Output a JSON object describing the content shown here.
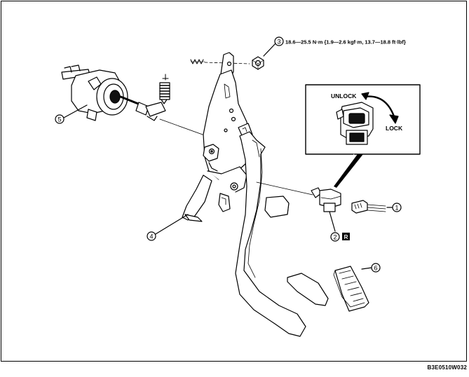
{
  "callouts": {
    "c1": "1",
    "c2": "2",
    "c2_badge": "R",
    "c3": "3",
    "c4": "4",
    "c5": "5",
    "c6": "6"
  },
  "torque": "18.6—25.5 N·m {1.9—2.6 kgf·m, 13.7—18.8 ft·lbf}",
  "inset": {
    "unlock": "UNLOCK",
    "lock": "LOCK"
  },
  "doc_code": "B3E0510W032"
}
